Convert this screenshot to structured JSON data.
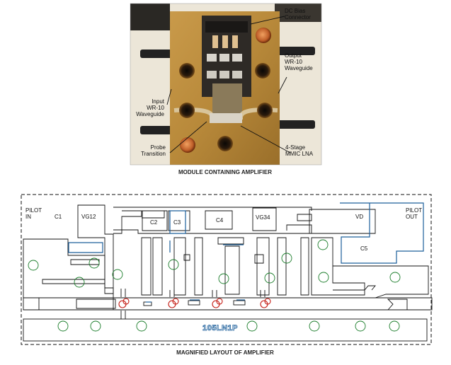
{
  "photo": {
    "labels": {
      "dc_bias": "DC Bias\nConnector",
      "output": "Output\nWR-10\nWaveguide",
      "input": "Input\nWR-10\nWaveguide",
      "probe": "Probe\nTransition",
      "lna": "4-Stage\nMMIC LNA"
    },
    "caption": "MODULE CONTAINING AMPLIFIER"
  },
  "layout": {
    "labels": {
      "pilot_in": "PILOT\nIN",
      "c1": "C1",
      "vg12": "VG12",
      "c2": "C2",
      "c3": "C3",
      "c4": "C4",
      "vg34": "VG34",
      "vd": "VD",
      "pilot_out": "PILOT\nOUT",
      "c5": "C5",
      "chip_id": "105LN1P"
    },
    "caption": "MAGNIFIED LAYOUT OF AMPLIFIER"
  },
  "colors": {
    "via": "#1a7d2a",
    "transistor": "#c41a12",
    "bus": "#1c5f9b",
    "brass": "#b8893a"
  }
}
